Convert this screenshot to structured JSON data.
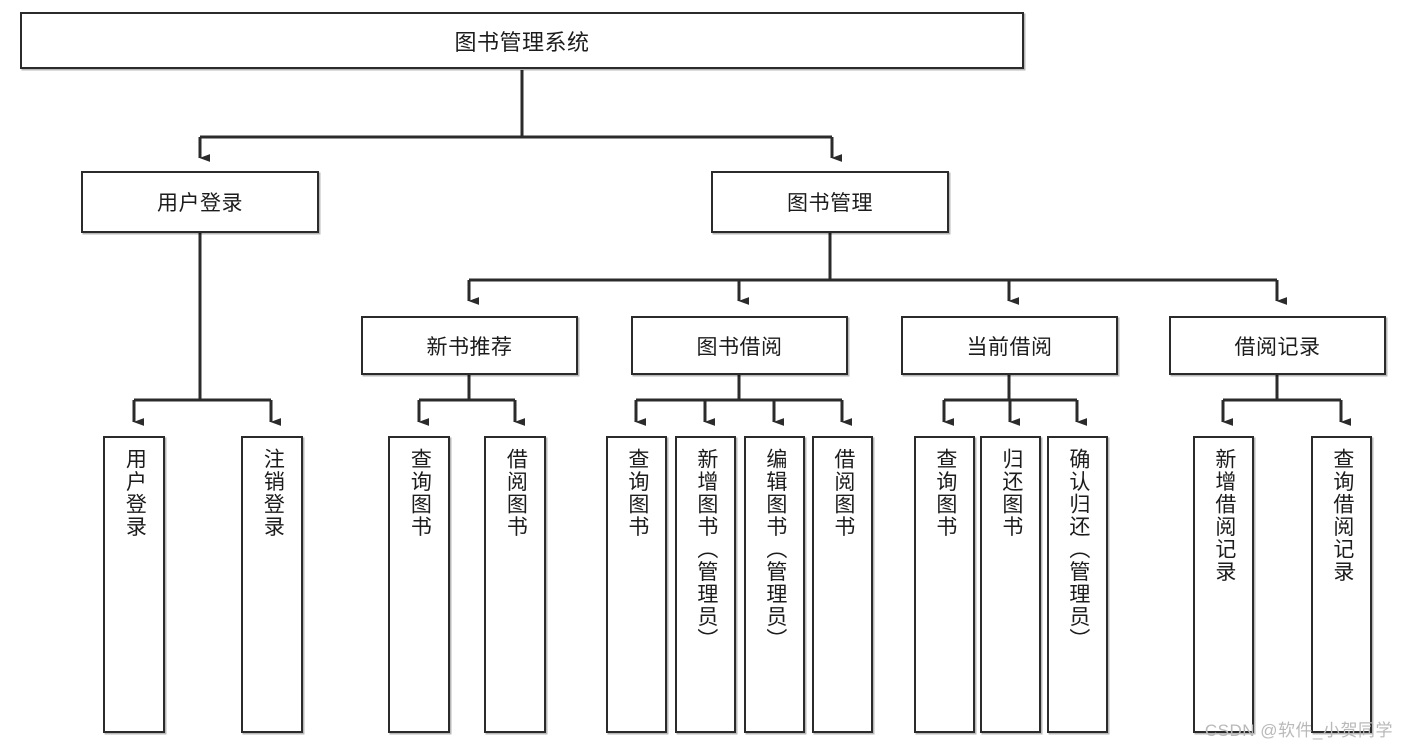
{
  "diagram": {
    "type": "tree-hierarchy-chart",
    "title": "图书管理系统",
    "stroke_color": "#2b2b2b",
    "fill_color": "#ffffff",
    "text_color": "#1c1c1c",
    "levels": [
      {
        "level": 1,
        "nodes": [
          {
            "id": "root",
            "label": "图书管理系统",
            "orientation": "horizontal"
          }
        ]
      },
      {
        "level": 2,
        "nodes": [
          {
            "id": "login",
            "label": "用户登录",
            "orientation": "horizontal",
            "parent": "root"
          },
          {
            "id": "bookmgmt",
            "label": "图书管理",
            "orientation": "horizontal",
            "parent": "root"
          }
        ]
      },
      {
        "level": 3,
        "nodes": [
          {
            "id": "newbook",
            "label": "新书推荐",
            "orientation": "horizontal",
            "parent": "bookmgmt"
          },
          {
            "id": "borrow",
            "label": "图书借阅",
            "orientation": "horizontal",
            "parent": "bookmgmt"
          },
          {
            "id": "current",
            "label": "当前借阅",
            "orientation": "horizontal",
            "parent": "bookmgmt"
          },
          {
            "id": "records",
            "label": "借阅记录",
            "orientation": "horizontal",
            "parent": "bookmgmt"
          }
        ]
      },
      {
        "level": 4,
        "nodes": [
          {
            "id": "leaf-user-login",
            "label": "用户登录",
            "orientation": "vertical",
            "parent": "login"
          },
          {
            "id": "leaf-user-logout",
            "label": "注销登录",
            "orientation": "vertical",
            "parent": "login"
          },
          {
            "id": "leaf-query-book-new",
            "label": "查询图书",
            "orientation": "vertical",
            "parent": "newbook"
          },
          {
            "id": "leaf-borrow-book-new",
            "label": "借阅图书",
            "orientation": "vertical",
            "parent": "newbook"
          },
          {
            "id": "leaf-query-book-borrow",
            "label": "查询图书",
            "orientation": "vertical",
            "parent": "borrow"
          },
          {
            "id": "leaf-add-book",
            "label": "新增图书（管理员）",
            "orientation": "vertical",
            "parent": "borrow"
          },
          {
            "id": "leaf-edit-book",
            "label": "编辑图书（管理员）",
            "orientation": "vertical",
            "parent": "borrow"
          },
          {
            "id": "leaf-borrow-book",
            "label": "借阅图书",
            "orientation": "vertical",
            "parent": "borrow"
          },
          {
            "id": "leaf-query-book-current",
            "label": "查询图书",
            "orientation": "vertical",
            "parent": "current"
          },
          {
            "id": "leaf-return-book",
            "label": "归还图书",
            "orientation": "vertical",
            "parent": "current"
          },
          {
            "id": "leaf-confirm-return",
            "label": "确认归还（管理员）",
            "orientation": "vertical",
            "parent": "current"
          },
          {
            "id": "leaf-add-record",
            "label": "新增借阅记录",
            "orientation": "vertical",
            "parent": "records"
          },
          {
            "id": "leaf-query-record",
            "label": "查询借阅记录",
            "orientation": "vertical",
            "parent": "records"
          }
        ]
      }
    ]
  },
  "watermark": {
    "text": "CSDN @软件_小贺同学"
  }
}
